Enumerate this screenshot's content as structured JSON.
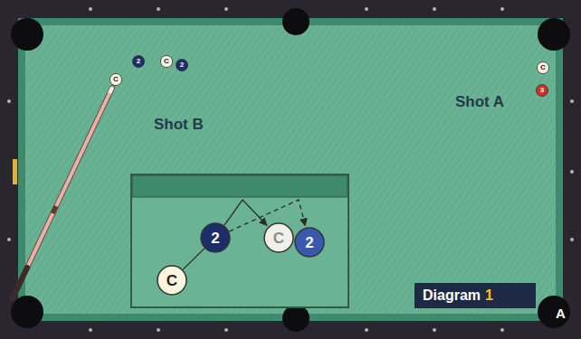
{
  "diagram": {
    "nodes": [
      {
        "text": [
          "2"
        ]
      },
      {
        "text": [
          "C"
        ]
      },
      {
        "text": [
          "2"
        ]
      },
      {
        "text": [
          "C"
        ]
      },
      {
        "text": [
          "C"
        ]
      },
      {
        "text": [
          "3"
        ]
      },
      {
        "text": [
          "2"
        ]
      },
      {
        "text": [
          "C"
        ]
      },
      {
        "text": [
          "2"
        ]
      },
      {
        "text": [
          "C"
        ]
      }
    ],
    "edges": [
      {
        "from": 9,
        "to": 6,
        "arrow": "none"
      },
      {
        "from": 6,
        "to": 7,
        "arrow": "to"
      },
      {
        "from": 6,
        "to": 8,
        "arrow": "to"
      }
    ],
    "labels": [
      "Shot B",
      "Shot A",
      "Diagram",
      "1",
      "A"
    ]
  }
}
